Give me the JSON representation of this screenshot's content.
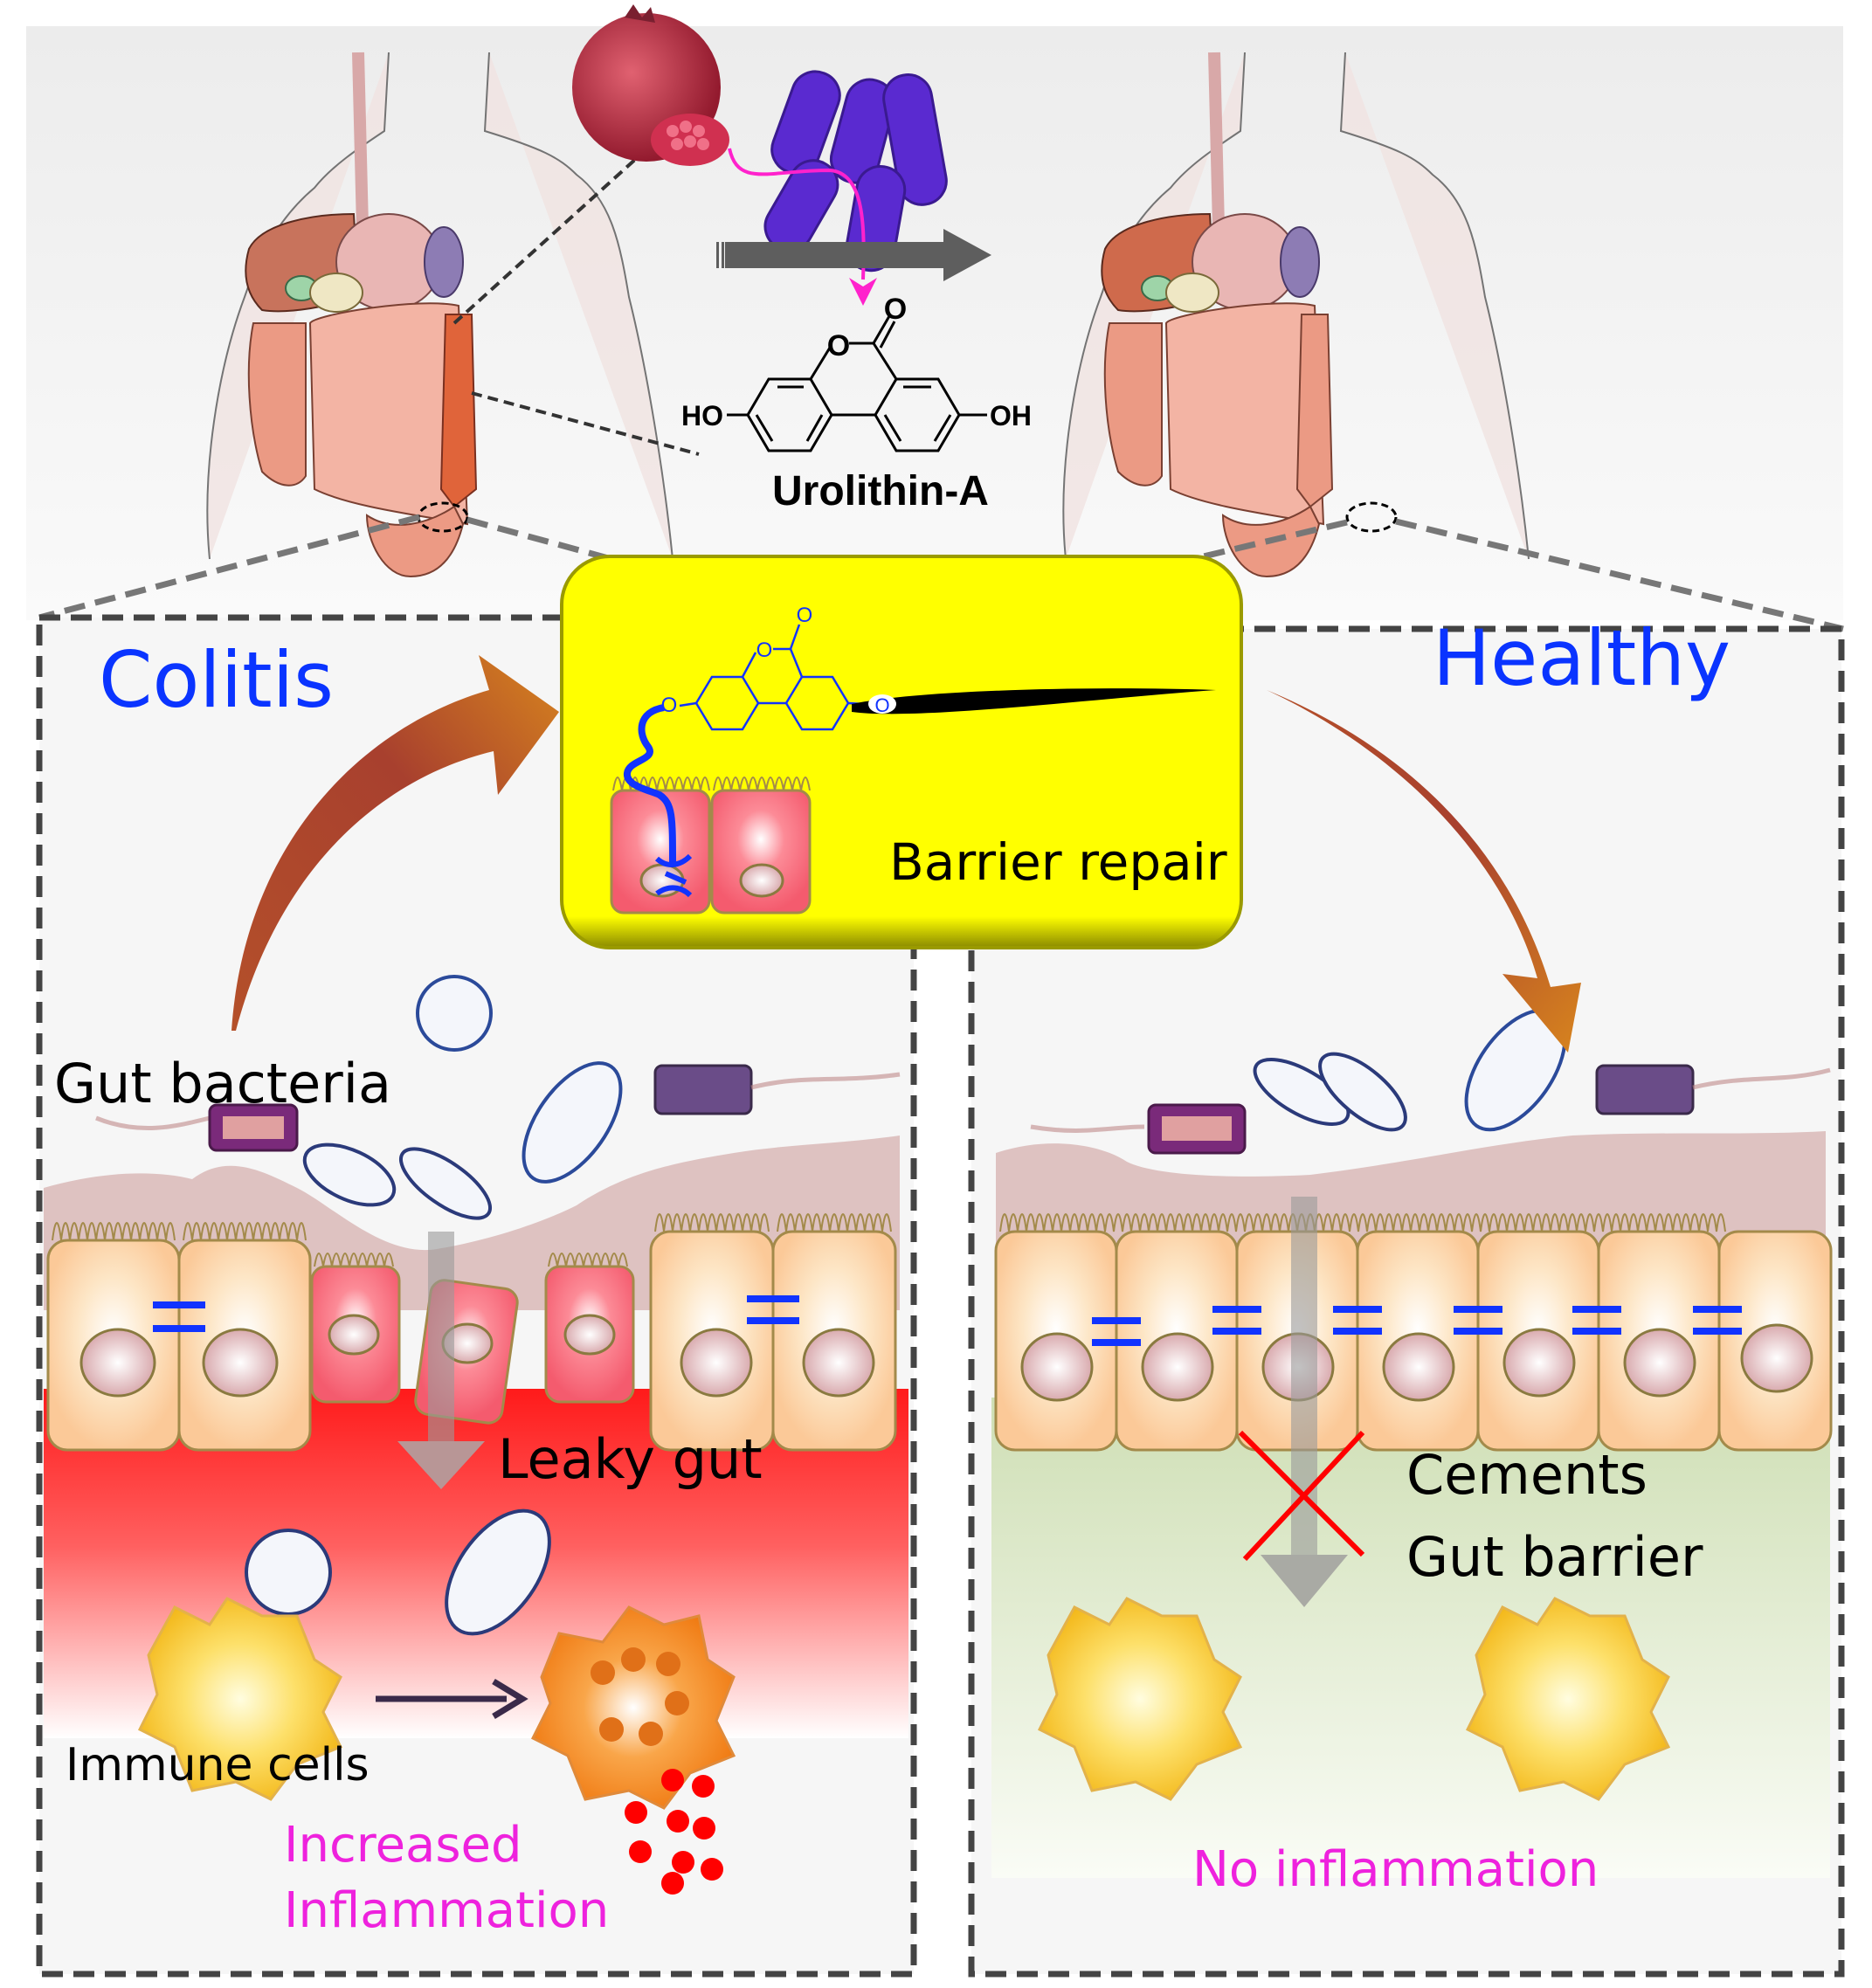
{
  "figure": {
    "compound": {
      "name": "Urolithin-A",
      "substituent_left": "HO",
      "substituent_right": "OH",
      "ring_oxygen": "O",
      "carbonyl_oxygen": "O"
    },
    "left_panel": {
      "title": "Colitis",
      "gut_bacteria_label": "Gut bacteria",
      "leaky_gut_label": "Leaky gut",
      "immune_cells_label": "Immune cells",
      "inflammation_label_line1": "Increased",
      "inflammation_label_line2": "Inflammation"
    },
    "center_box": {
      "label": "Barrier repair",
      "analog_oxygen": "O"
    },
    "right_panel": {
      "title": "Healthy",
      "cements_line1": "Cements",
      "cements_line2": "Gut barrier",
      "no_inflammation_label": "No inflammation"
    },
    "colors": {
      "title_blue": "#0a34ff",
      "inflammation_pink": "#ee22dd",
      "box_yellow": "#ffff00",
      "inflamed_red": "#ff2a2a",
      "healthy_green": "#d5e2bc",
      "arrow_orange": "#c0622a",
      "metabolism_arrow": "#ff22cc",
      "tight_junction_blue": "#1133ff"
    }
  }
}
